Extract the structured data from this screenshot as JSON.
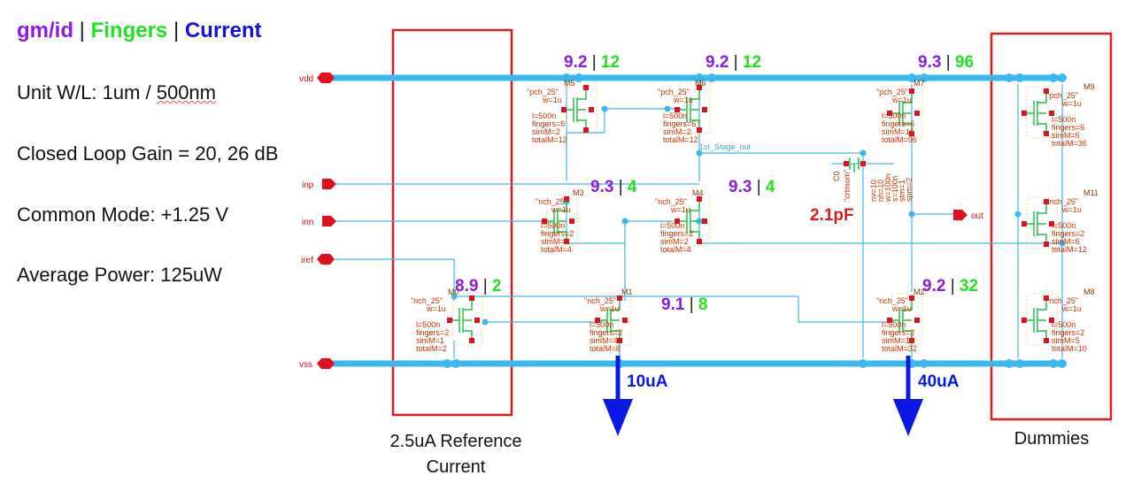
{
  "legend": {
    "gm_id": "gm/id",
    "separator": "|",
    "fingers": "Fingers",
    "current": "Current",
    "colors": {
      "gm_id": "#8a1ce6",
      "fingers": "#22e022",
      "current": "#1212d8"
    }
  },
  "notes": {
    "unit_prefix": "Unit W/L: 1um / ",
    "unit_suffix": "500nm",
    "gain": "Closed Loop Gain = 20, 26 dB",
    "common_mode": "Common Mode: +1.25 V",
    "power": "Average Power: 125uW"
  },
  "captions": {
    "reference": "2.5uA Reference Current",
    "dummies": "Dummies"
  },
  "pins": [
    "vdd",
    "inp",
    "inn",
    "iref",
    "out",
    "vss"
  ],
  "annotations": [
    {
      "gm": "9.2",
      "fingers": "12"
    },
    {
      "gm": "9.2",
      "fingers": "12"
    },
    {
      "gm": "9.3",
      "fingers": "96"
    },
    {
      "gm": "9.3",
      "fingers": "4"
    },
    {
      "gm": "9.3",
      "fingers": "4"
    },
    {
      "gm": "8.9",
      "fingers": "2"
    },
    {
      "gm": "9.1",
      "fingers": "8"
    },
    {
      "gm": "9.2",
      "fingers": "32"
    }
  ],
  "capacitor": {
    "name": "C0",
    "value": "2.1pF"
  },
  "net_label": "1st_Stage_out",
  "currents": [
    "10uA",
    "40uA"
  ],
  "devices": [
    {
      "name": "M5",
      "model": "\"pch_25\"",
      "w": "w=1u",
      "l": "l=500n",
      "fingers": "fingers=6",
      "simM": "simM=2",
      "totalM": "totalM=12"
    },
    {
      "name": "M6",
      "model": "\"pch_25\"",
      "w": "w=1u",
      "l": "l=500n",
      "fingers": "fingers=6",
      "simM": "simM=2",
      "totalM": "totalM=12"
    },
    {
      "name": "M7",
      "model": "\"pch_25\"",
      "w": "w=1u",
      "l": "l=500n",
      "fingers": "fingers=6",
      "simM": "simM=16",
      "totalM": "totalM=96"
    },
    {
      "name": "M9",
      "model": "\"pch_25\"",
      "w": "w=1u",
      "l": "l=500n",
      "fingers": "fingers=6",
      "simM": "simM=6",
      "totalM": "totalM=36"
    },
    {
      "name": "M3",
      "model": "\"nch_25\"",
      "w": "w=1u",
      "l": "l=500n",
      "fingers": "fingers=2",
      "simM": "simM=2",
      "totalM": "totalM=4"
    },
    {
      "name": "M4",
      "model": "\"nch_25\"",
      "w": "w=1u",
      "l": "l=500n",
      "fingers": "fingers=2",
      "simM": "simM=2",
      "totalM": "totalM=4"
    },
    {
      "name": "M11",
      "model": "\"nch_25\"",
      "w": "w=1u",
      "l": "l=500n",
      "fingers": "fingers=2",
      "simM": "simM=6",
      "totalM": "totalM=12"
    },
    {
      "name": "M0",
      "model": "\"nch_25\"",
      "w": "w=1u",
      "l": "l=500n",
      "fingers": "fingers=2",
      "simM": "simM=1",
      "totalM": "totalM=2"
    },
    {
      "name": "M1",
      "model": "\"nch_25\"",
      "w": "w=1u",
      "l": "l=500n",
      "fingers": "fingers=2",
      "simM": "simM=4",
      "totalM": "totalM=8"
    },
    {
      "name": "M2",
      "model": "\"nch_25\"",
      "w": "w=1u",
      "l": "l=500n",
      "fingers": "fingers=2",
      "simM": "simM=16",
      "totalM": "totalM=32"
    },
    {
      "name": "M8",
      "model": "\"nch_25\"",
      "w": "w=1u",
      "l": "l=500n",
      "fingers": "fingers=2",
      "simM": "simM=5",
      "totalM": "totalM=10"
    }
  ],
  "cap_params": [
    "\"crtmom\"",
    "nv=10",
    "nh=10",
    "w=100n",
    "s=100n",
    "stm=1",
    "spm=2"
  ]
}
